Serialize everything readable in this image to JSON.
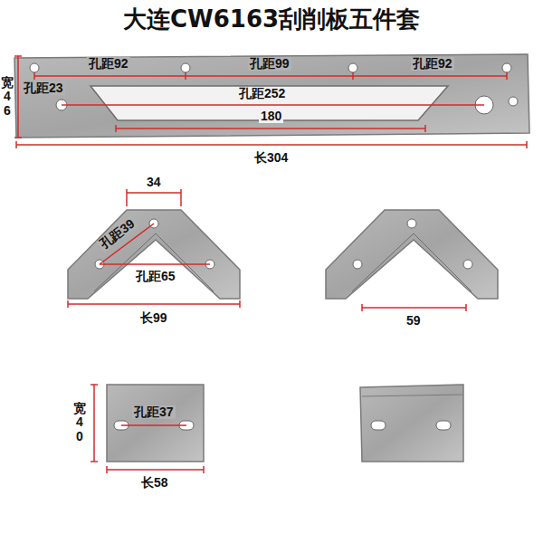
{
  "diagram": {
    "title": "大连CW6163刮削板五件套",
    "labels": [
      "宽46",
      "孔距92",
      "孔距99",
      "孔距92",
      "孔距23",
      "孔距252",
      "180",
      "长304",
      "34",
      "孔距39",
      "孔距65",
      "长99",
      "59",
      "宽40",
      "孔距37",
      "长58"
    ]
  }
}
